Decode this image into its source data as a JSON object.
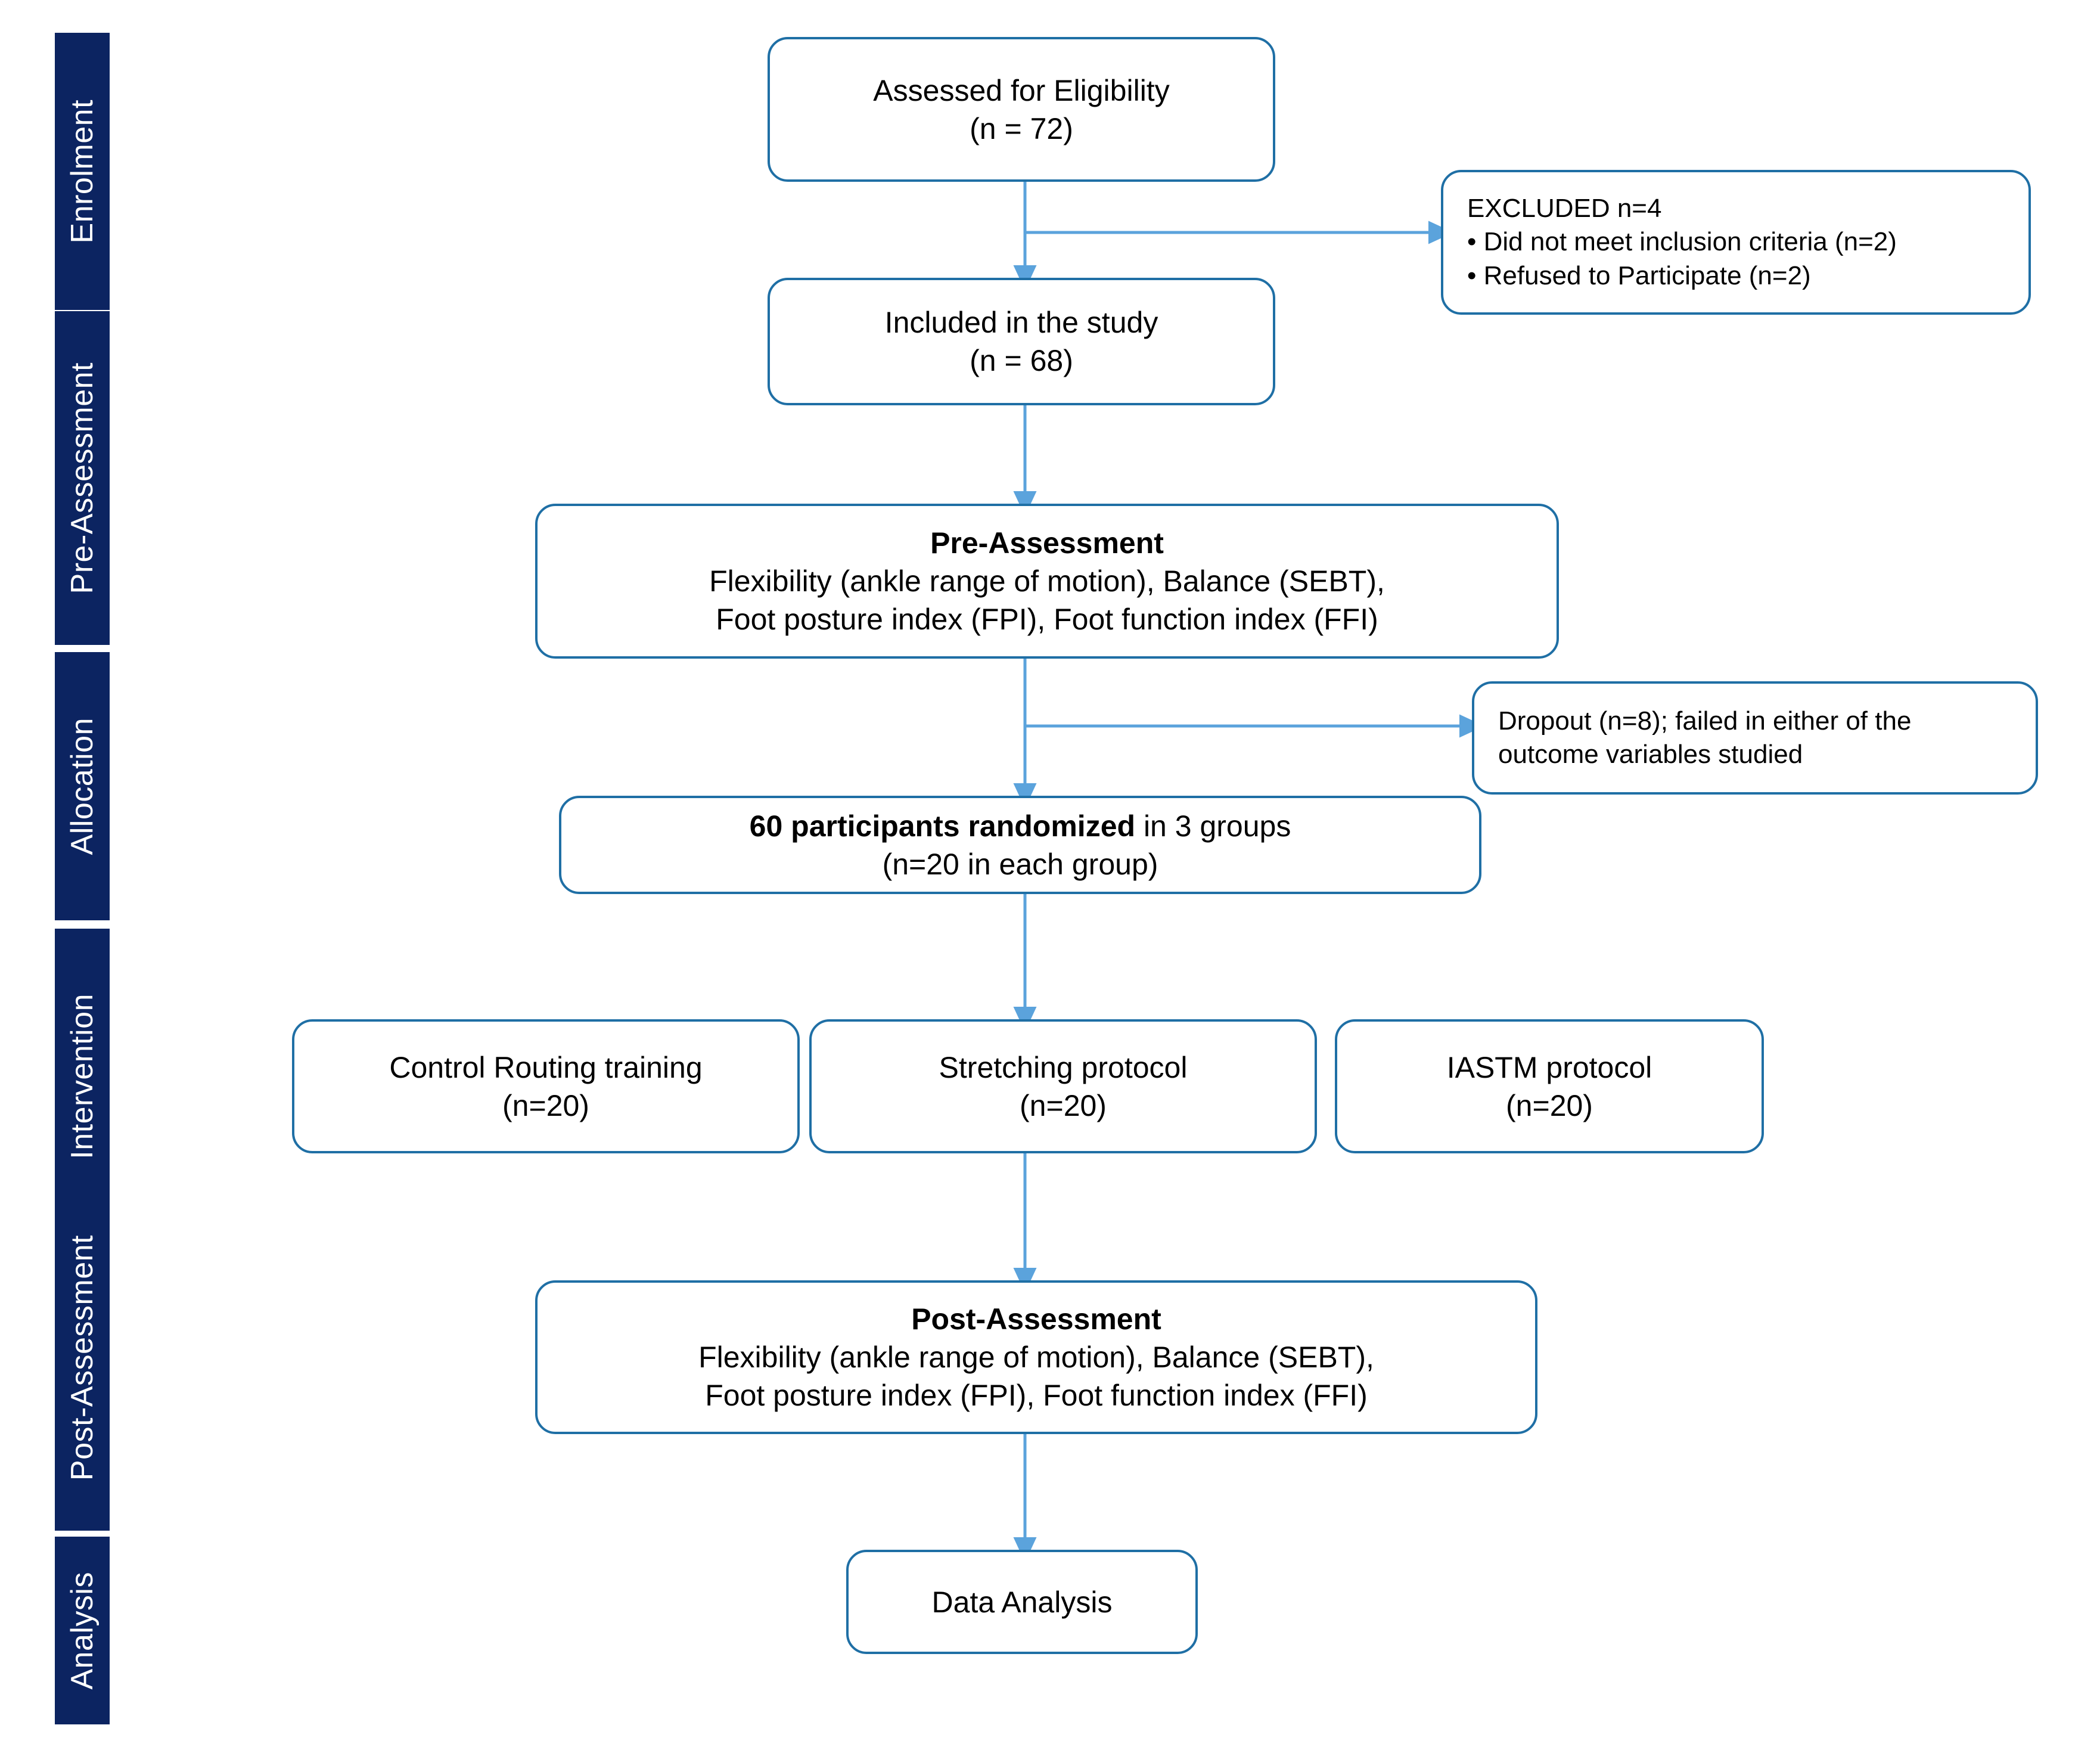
{
  "diagram": {
    "type": "consort-flow-diagram",
    "accent_navy": "#0C2461",
    "accent_box_border": "#1F6FA5",
    "connector_color": "#5BA3DC"
  },
  "phases": [
    {
      "id": "enrolment",
      "label": "Enrolment"
    },
    {
      "id": "pre-assessment",
      "label": "Pre-Assessment"
    },
    {
      "id": "allocation",
      "label": "Allocation"
    },
    {
      "id": "intervention",
      "label": "Intervention"
    },
    {
      "id": "post-assessment",
      "label": "Post-Assessment"
    },
    {
      "id": "analysis",
      "label": "Analysis"
    }
  ],
  "nodes": {
    "assessed": {
      "line1": "Assessed for Eligibility",
      "line2": "(n = 72)"
    },
    "excluded": {
      "title": "EXCLUDED n=4",
      "bullet1": "• Did not meet inclusion criteria (n=2)",
      "bullet2": "• Refused to Participate (n=2)"
    },
    "included": {
      "line1": "Included in the study",
      "line2": "(n = 68)"
    },
    "pre_assessment": {
      "title": "Pre-Assessment",
      "line1": "Flexibility (ankle range of motion), Balance (SEBT),",
      "line2": "Foot posture index (FPI), Foot function index (FFI)"
    },
    "dropout": {
      "line1": "Dropout (n=8); failed in either of the",
      "line2": "outcome variables studied"
    },
    "randomized": {
      "bold_part": "60 participants randomized",
      "rest_part": " in 3 groups",
      "line2": "(n=20 in each group)"
    },
    "group_control": {
      "line1": "Control Routing training",
      "line2": "(n=20)"
    },
    "group_stretching": {
      "line1": "Stretching protocol",
      "line2": "(n=20)"
    },
    "group_iastm": {
      "line1": "IASTM protocol",
      "line2": "(n=20)"
    },
    "post_assessment": {
      "title": "Post-Assessment",
      "line1": "Flexibility (ankle range of motion), Balance (SEBT),",
      "line2": "Foot posture index (FPI), Foot function index (FFI)"
    },
    "data_analysis": {
      "line1": "Data Analysis"
    }
  }
}
